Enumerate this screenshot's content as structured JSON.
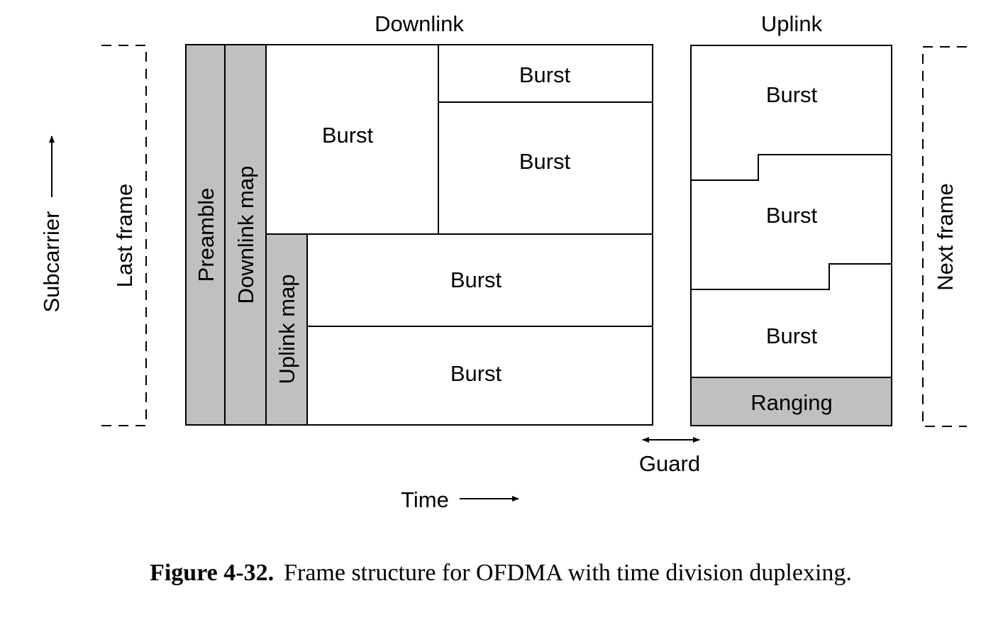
{
  "labels": {
    "downlink": "Downlink",
    "uplink": "Uplink",
    "subcarrier": "Subcarrier",
    "last_frame": "Last frame",
    "next_frame": "Next frame",
    "preamble": "Preamble",
    "downlink_map": "Downlink map",
    "uplink_map": "Uplink map",
    "burst": "Burst",
    "ranging": "Ranging",
    "guard": "Guard",
    "time": "Time"
  },
  "caption": {
    "number": "Figure 4-32.",
    "text": "Frame structure for OFDMA with time division duplexing."
  },
  "colors": {
    "shaded_region": "#c0c0c0",
    "outline": "#000000"
  }
}
